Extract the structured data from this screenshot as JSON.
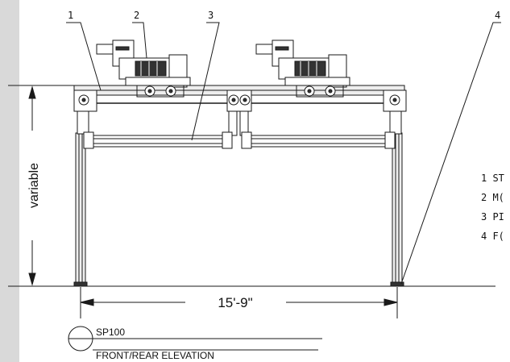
{
  "colors": {
    "line": "#1a1a1a",
    "fill_light": "#eeeeee",
    "fill_dark": "#333333",
    "strip": "#d9d9d9"
  },
  "callouts": [
    "1",
    "2",
    "3",
    "4"
  ],
  "dimensions": {
    "vertical": "variable",
    "horizontal": "15'-9\""
  },
  "legend": [
    "1 ST",
    "2 M(",
    "3 PI",
    "4 F("
  ],
  "title_block": {
    "sheet": "SP100",
    "view": "FRONT/REAR ELEVATION"
  }
}
